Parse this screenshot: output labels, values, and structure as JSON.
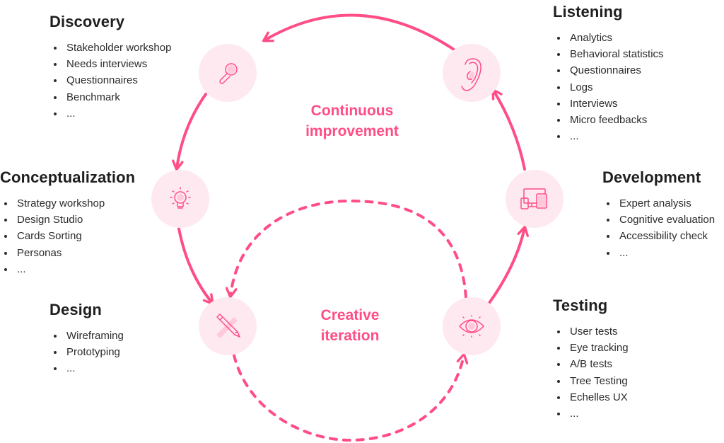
{
  "colors": {
    "accent": "#ff4d85",
    "node_background": "#ffe9f1",
    "icon_fill": "#ffc9db",
    "text": "#1f1f1f"
  },
  "loops": {
    "outer": {
      "label_line1": "Continuous",
      "label_line2": "improvement",
      "style": "solid"
    },
    "inner": {
      "label_line1": "Creative",
      "label_line2": "iteration",
      "style": "dashed"
    }
  },
  "phases": [
    {
      "id": "discovery",
      "title": "Discovery",
      "icon": "magnifier-icon",
      "items": [
        "Stakeholder workshop",
        "Needs interviews",
        "Questionnaires",
        "Benchmark",
        "..."
      ]
    },
    {
      "id": "conceptualization",
      "title": "Conceptualization",
      "icon": "lightbulb-icon",
      "items": [
        "Strategy workshop",
        "Design Studio",
        "Cards Sorting",
        "Personas",
        "..."
      ]
    },
    {
      "id": "design",
      "title": "Design",
      "icon": "pencil-ruler-icon",
      "items": [
        "Wireframing",
        "Prototyping",
        "..."
      ]
    },
    {
      "id": "testing",
      "title": "Testing",
      "icon": "eye-icon",
      "items": [
        "User tests",
        "Eye tracking",
        "A/B tests",
        "Tree Testing",
        "Echelles UX",
        "..."
      ]
    },
    {
      "id": "development",
      "title": "Development",
      "icon": "devices-icon",
      "items": [
        "Expert analysis",
        "Cognitive evaluation",
        "Accessibility check",
        "..."
      ]
    },
    {
      "id": "listening",
      "title": "Listening",
      "icon": "ear-icon",
      "items": [
        "Analytics",
        "Behavioral statistics",
        "Questionnaires",
        "Logs",
        "Interviews",
        "Micro feedbacks",
        "..."
      ]
    }
  ]
}
